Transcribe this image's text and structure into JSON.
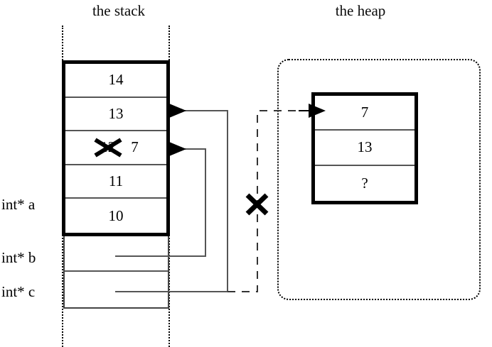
{
  "diagram": {
    "title_stack": "the stack",
    "title_heap": "the heap"
  },
  "stack": {
    "array_cells": [
      {
        "value": "14",
        "struck": false
      },
      {
        "value": "13",
        "struck": false
      },
      {
        "value": "12",
        "struck": true,
        "replacement": "7"
      },
      {
        "value": "11",
        "struck": false
      },
      {
        "value": "10",
        "struck": false
      }
    ],
    "variables": [
      {
        "label": "int* a"
      },
      {
        "label": "int* b"
      },
      {
        "label": "int* c"
      }
    ]
  },
  "heap": {
    "array_cells": [
      {
        "value": "7"
      },
      {
        "value": "13"
      },
      {
        "value": "?"
      }
    ]
  },
  "annotations": {
    "cancel_mark": "X",
    "struck_value_mark": "X"
  },
  "colors": {
    "ink": "#000000",
    "thin_rule": "#555555",
    "background": "#ffffff"
  }
}
